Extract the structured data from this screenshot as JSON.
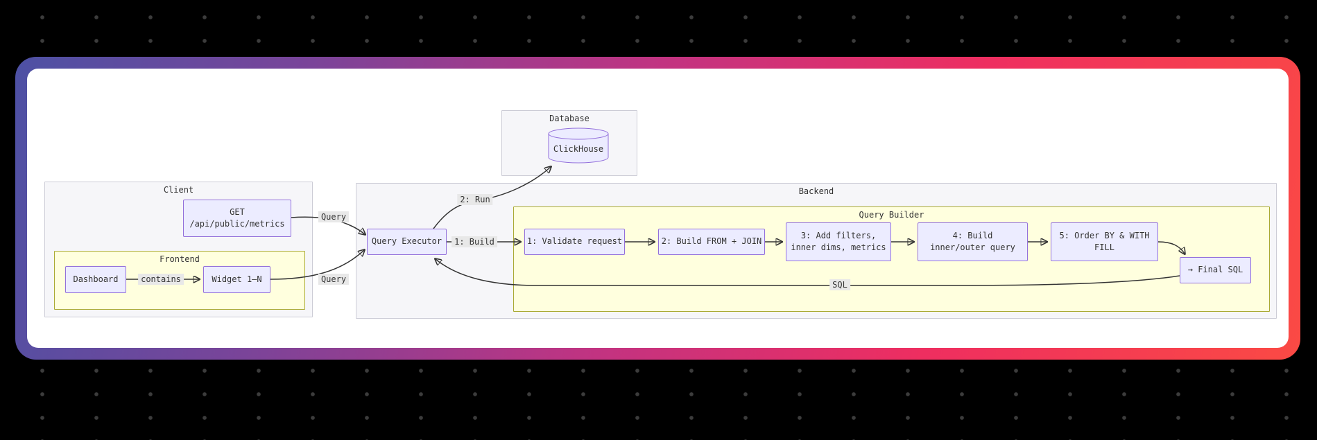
{
  "page": {
    "background_color": "#000000",
    "dot_color": "#3c3c3c",
    "card_background": "#ffffff",
    "gradient_colors": [
      "#4d51a4",
      "#7a4499",
      "#c23381",
      "#ee2e60",
      "#fb4a44"
    ]
  },
  "colors": {
    "node_fill": "#ececff",
    "node_border": "#9370db",
    "cluster_fill": "#f6f6f9",
    "cluster_border": "#ccccd6",
    "inner_cluster_fill": "#ffffde",
    "inner_cluster_border": "#aaaa33",
    "edge_line": "#333333",
    "edge_label_bg": "#e8e8e8"
  },
  "diagram": {
    "clusters": {
      "database": {
        "title": "Database"
      },
      "client": {
        "title": "Client"
      },
      "frontend": {
        "title": "Frontend"
      },
      "backend": {
        "title": "Backend"
      },
      "query_builder": {
        "title": "Query Builder"
      }
    },
    "nodes": {
      "clickhouse": {
        "label": "ClickHouse",
        "shape": "cylinder"
      },
      "get_api": {
        "line1": "GET",
        "line2": "/api/public/metrics"
      },
      "dashboard": {
        "label": "Dashboard"
      },
      "widget": {
        "label": "Widget 1–N"
      },
      "query_executor": {
        "label": "Query Executor"
      },
      "step1": {
        "label": "1: Validate request"
      },
      "step2": {
        "label": "2: Build FROM + JOIN"
      },
      "step3": {
        "line1": "3: Add filters,",
        "line2": "inner dims, metrics"
      },
      "step4": {
        "line1": "4: Build",
        "line2": "inner/outer query"
      },
      "step5": {
        "line1": "5: Order BY & WITH",
        "line2": "FILL"
      },
      "final_sql": {
        "label": "→ Final SQL"
      }
    },
    "edge_labels": {
      "query_top": "Query",
      "query_bottom": "Query",
      "contains": "contains",
      "run": "2: Run",
      "build": "1: Build",
      "sql": "SQL"
    }
  }
}
